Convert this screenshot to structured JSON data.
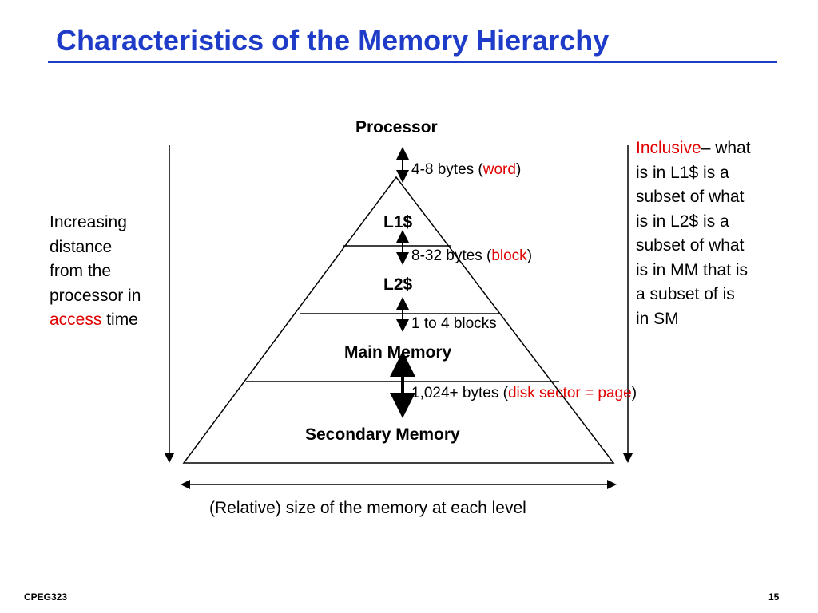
{
  "slide": {
    "title": "Characteristics of the Memory Hierarchy",
    "footer_left": "CPEG323",
    "page_number": "15"
  },
  "colors": {
    "title": "#1f3cc8",
    "highlight": "#e00000",
    "lines": "#000000"
  },
  "levels": {
    "processor": "Processor",
    "l1": "L1$",
    "l2": "L2$",
    "main_memory": "Main Memory",
    "secondary": "Secondary  Memory"
  },
  "transfers": {
    "t1": {
      "prefix": "4-8 bytes (",
      "highlight": "word",
      "suffix": ")"
    },
    "t2": {
      "prefix": "8-32 bytes (",
      "highlight": "block",
      "suffix": ")"
    },
    "t3": {
      "text": "1 to 4 blocks"
    },
    "t4": {
      "prefix": "1,024+ bytes (",
      "highlight": "disk sector = page",
      "suffix": ")"
    }
  },
  "left_note": {
    "lines": [
      "Increasing",
      "distance",
      "from the",
      "processor in"
    ],
    "last_highlight": "access",
    "last_suffix": " time"
  },
  "right_note": {
    "highlight": "Inclusive",
    "first_suffix": "– what",
    "lines": [
      "is in L1$ is a",
      "subset of what",
      "is in L2$  is a",
      "subset of what",
      "is in MM that is",
      "a subset of is",
      "in SM"
    ]
  },
  "bottom_caption": "(Relative) size of the memory at each level"
}
